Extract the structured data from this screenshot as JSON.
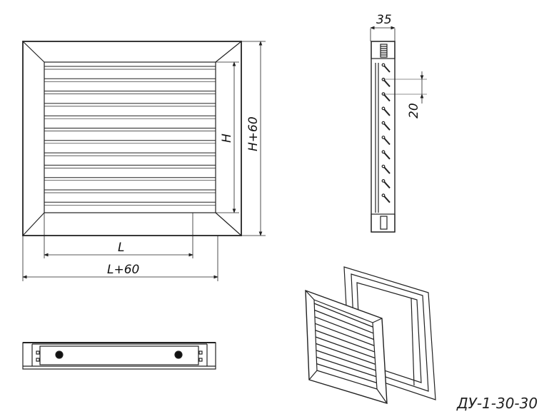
{
  "dimensions": {
    "depth": "35",
    "louver_pitch": "20",
    "height_inner": "H",
    "height_outer": "H+60",
    "length_inner": "L",
    "length_outer": "L+60"
  },
  "model_label": "ДУ-1-30-30"
}
